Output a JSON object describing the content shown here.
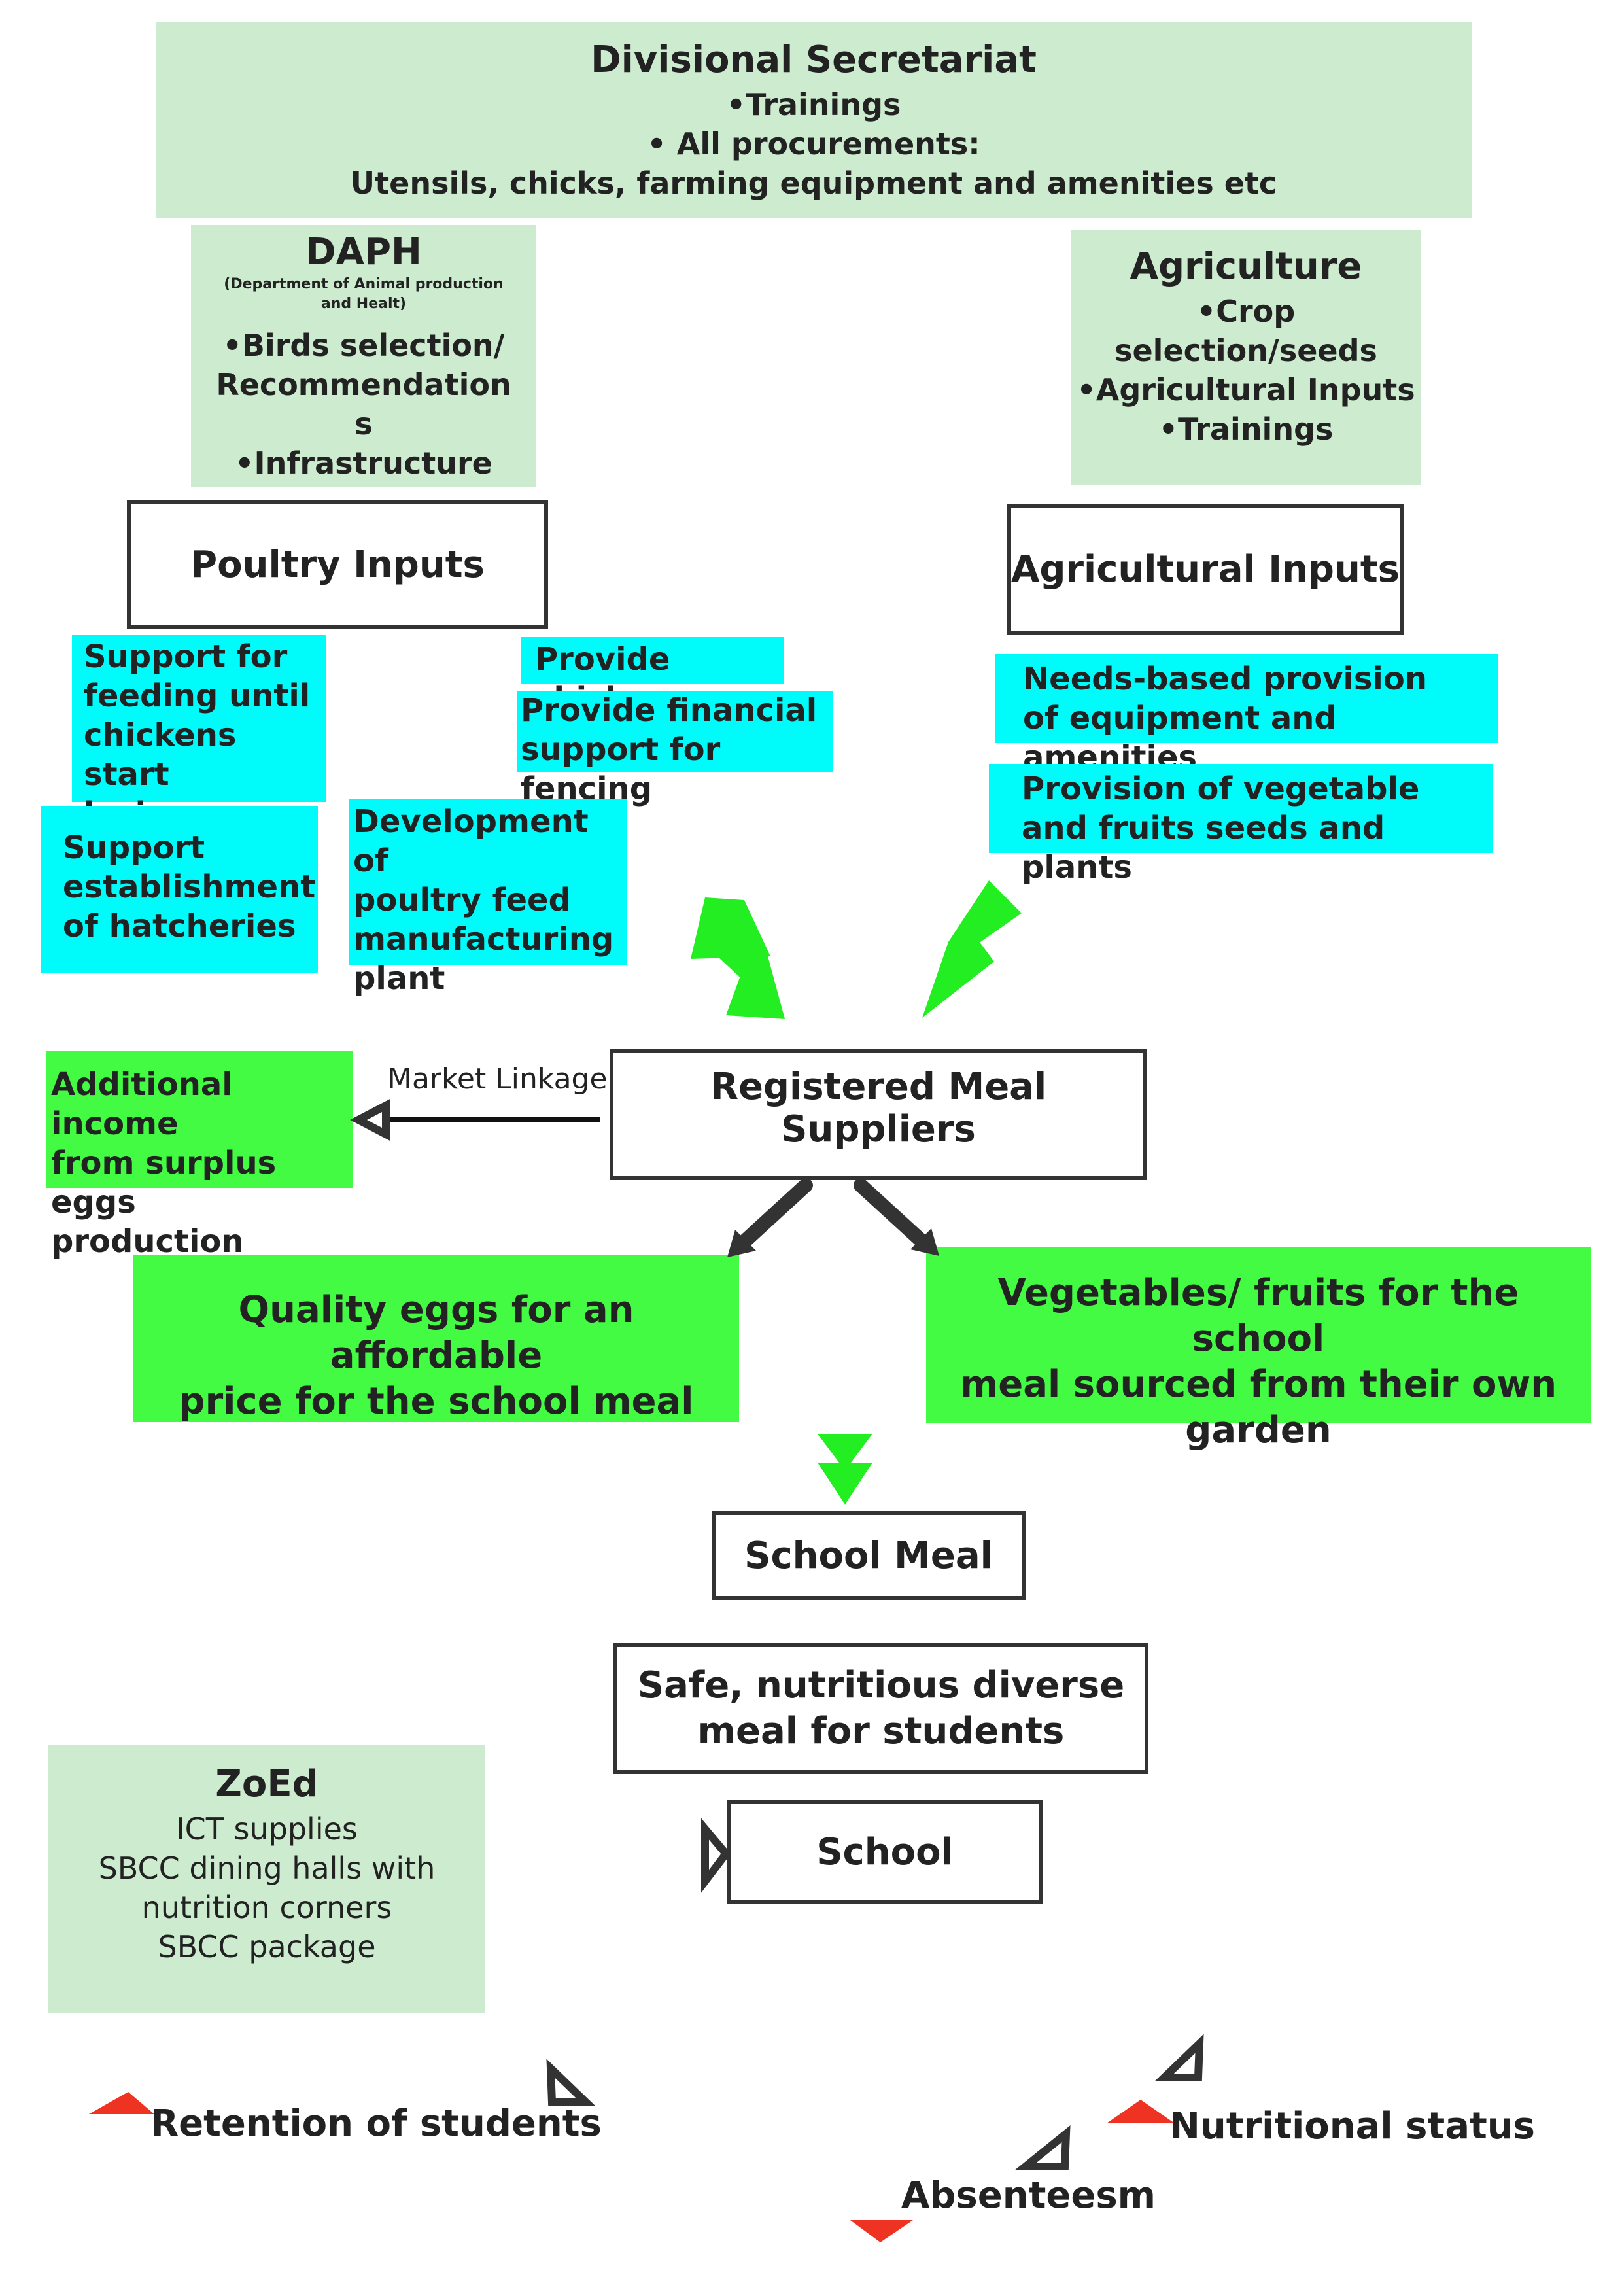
{
  "secretariat": {
    "title": "Divisional Secretariat",
    "lines": [
      "•Trainings",
      "• All procurements:",
      "Utensils, chicks, farming equipment and amenities etc"
    ]
  },
  "daph": {
    "title": "DAPH",
    "subtitle_1": "(Department of Animal production",
    "subtitle_2": "and Healt)",
    "lines": [
      "•Birds selection/",
      "Recommendation",
      "s",
      "•Infrastructure"
    ]
  },
  "agriculture": {
    "title": "Agriculture",
    "lines": [
      "•Crop",
      "selection/seeds",
      "•Agricultural Inputs",
      "•Trainings"
    ]
  },
  "poultry_inputs": "Poultry Inputs",
  "agricultural_inputs": "Agricultural Inputs",
  "poultry_items": {
    "feeding": [
      "Support for",
      "feeding until",
      "chickens start",
      "laying"
    ],
    "chicks": "Provide chicks",
    "fencing": [
      "Provide financial",
      "support for fencing"
    ],
    "hatcheries": [
      "Support",
      "establishment",
      "of hatcheries"
    ],
    "feed_plant": [
      "Development of",
      "poultry feed",
      "manufacturing",
      "plant"
    ]
  },
  "agri_items": {
    "equipment": [
      "Needs-based provision",
      "of equipment and amenities"
    ],
    "seeds": [
      "Provision of vegetable",
      "and fruits seeds and plants"
    ]
  },
  "suppliers": "Registered Meal Suppliers",
  "market_linkage": "Market Linkage",
  "income": [
    "Additional income",
    "from surplus eggs",
    "production"
  ],
  "eggs": [
    "Quality eggs for an affordable",
    "price for the school meal"
  ],
  "vegetables": [
    "Vegetables/ fruits for the school",
    "meal sourced from their own",
    "garden"
  ],
  "school_meal": "School Meal",
  "safe_meal": [
    "Safe, nutritious diverse",
    "meal for students"
  ],
  "school": "School",
  "zoed": {
    "title": "ZoEd",
    "lines": [
      "ICT supplies",
      "SBCC dining halls with",
      "nutrition corners",
      "SBCC package"
    ]
  },
  "outcomes": {
    "retention": "Retention of students",
    "nutritional": "Nutritional status",
    "absenteesm": "Absenteesm"
  },
  "colors": {
    "light_green": "#cdebcf",
    "cyan": "#00fbfb",
    "bright_green": "#44fb44",
    "arrow_green": "#22ee22",
    "dark": "#333333",
    "red_marker": "#ee3322"
  }
}
